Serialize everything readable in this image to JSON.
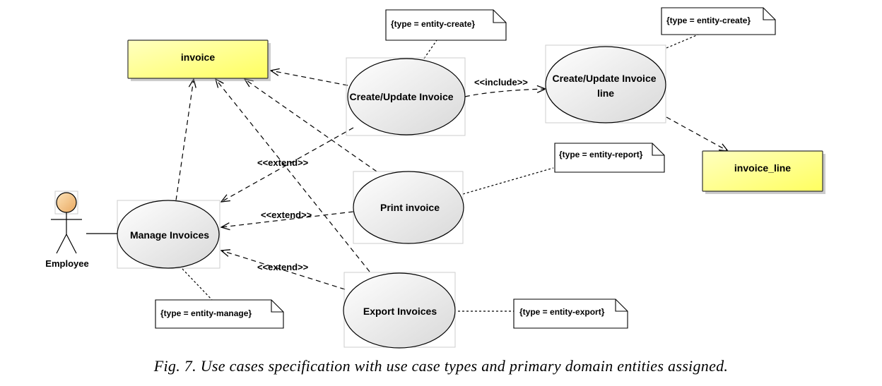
{
  "actor": {
    "name": "Employee"
  },
  "entities": {
    "invoice": "invoice",
    "invoice_line": "invoice_line"
  },
  "use_cases": {
    "manage": "Manage Invoices",
    "create_update": "Create/Update Invoice",
    "create_update_line": [
      "Create/Update Invoice",
      "line"
    ],
    "print": "Print invoice",
    "export": "Export Invoices"
  },
  "notes": {
    "create_update": "{type = entity-create}",
    "create_update_line": "{type = entity-create}",
    "print": "{type = entity-report}",
    "manage": "{type = entity-manage}",
    "export": "{type = entity-export}"
  },
  "stereotypes": {
    "include": "<<include>>",
    "extend_create": "<<extend>>",
    "extend_print": "<<extend>>",
    "extend_export": "<<extend>>"
  },
  "colors": {
    "entity_fill": "#ffff80",
    "entity_stroke": "#333333",
    "actor_head": "#f5c98a"
  },
  "caption": "Fig. 7. Use cases specification with use case types and primary domain entities assigned."
}
